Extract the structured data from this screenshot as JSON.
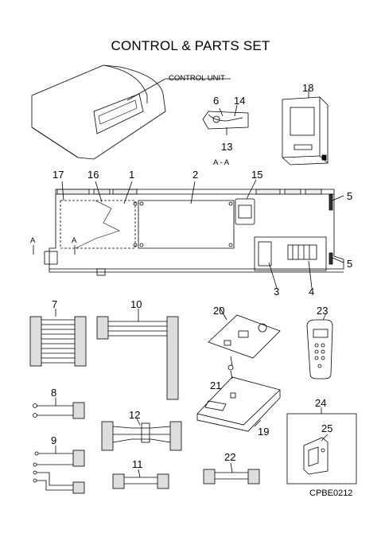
{
  "title": "CONTROL & PARTS SET",
  "callouts": {
    "control_unit": "CONTROL UNIT",
    "section_mark": "A - A",
    "arrow_a": "A"
  },
  "part_numbers": {
    "p1": "1",
    "p2": "2",
    "p3": "3",
    "p4": "4",
    "p5a": "5",
    "p5b": "5",
    "p6": "6",
    "p7": "7",
    "p8": "8",
    "p9": "9",
    "p10": "10",
    "p11": "11",
    "p12": "12",
    "p13": "13",
    "p14": "14",
    "p15": "15",
    "p16": "16",
    "p17": "17",
    "p18": "18",
    "p19": "19",
    "p20": "20",
    "p21": "21",
    "p22": "22",
    "p23": "23",
    "p24": "24",
    "p25": "25"
  },
  "drawing_code": "CPBE0212"
}
